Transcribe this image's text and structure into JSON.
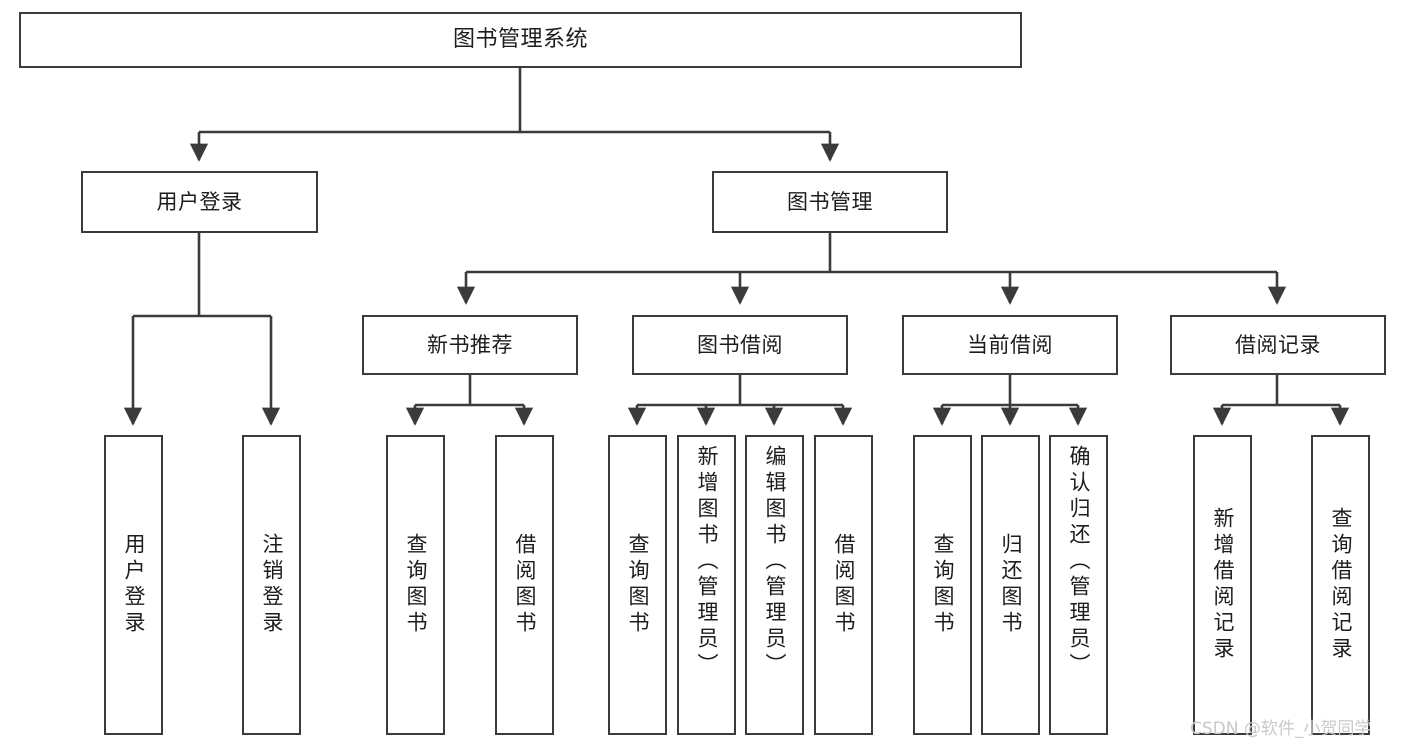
{
  "diagram": {
    "title": "图书管理系统",
    "type": "tree-hierarchy-chart",
    "watermark": "CSDN @软件_小贺同学",
    "colors": {
      "border": "#3b3b3b",
      "text": "#1d1d1d",
      "background": "#ffffff",
      "connector": "#3b3b3b",
      "watermark": "#c9c9c9"
    },
    "nodes": {
      "root": {
        "label": "图书管理系统"
      },
      "level2": [
        {
          "label": "用户登录"
        },
        {
          "label": "图书管理"
        }
      ],
      "level3": [
        {
          "label": "新书推荐"
        },
        {
          "label": "图书借阅"
        },
        {
          "label": "当前借阅"
        },
        {
          "label": "借阅记录"
        }
      ],
      "leaves": {
        "user_login": [
          {
            "label": "用户登录"
          },
          {
            "label": "注销登录"
          }
        ],
        "new_book": [
          {
            "label": "查询图书"
          },
          {
            "label": "借阅图书"
          }
        ],
        "borrow_book": [
          {
            "label": "查询图书"
          },
          {
            "label": "新增图书（管理员）"
          },
          {
            "label": "编辑图书（管理员）"
          },
          {
            "label": "借阅图书"
          }
        ],
        "current_borrow": [
          {
            "label": "查询图书"
          },
          {
            "label": "归还图书"
          },
          {
            "label": "确认归还（管理员）"
          }
        ],
        "borrow_record": [
          {
            "label": "新增借阅记录"
          },
          {
            "label": "查询借阅记录"
          }
        ]
      }
    }
  }
}
